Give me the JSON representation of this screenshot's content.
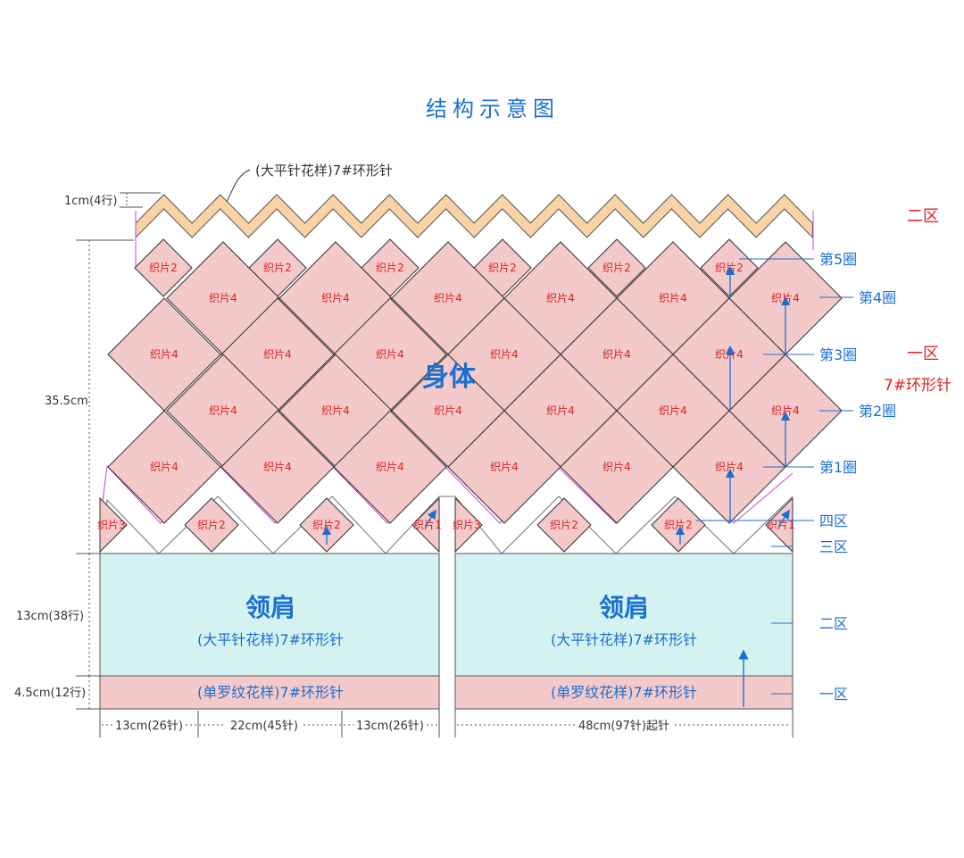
{
  "title": "结构示意图",
  "top_band_label": "(大平针花样)7#环形针",
  "dims": {
    "top_band": "1cm(4行)",
    "body_height": "35.5cm",
    "yoke_height": "13cm(38行)",
    "rib_height": "4.5cm(12行)",
    "bottom_left": "13cm(26针)",
    "bottom_mid": "22cm(45针)",
    "bottom_right": "13cm(26针)",
    "bottom_total": "48cm(97针)起针"
  },
  "piece_labels": {
    "p1": "织片1",
    "p2": "织片2",
    "p3": "织片3",
    "p4": "织片4"
  },
  "body_label": "身体",
  "yoke_panels": [
    {
      "title": "领肩",
      "pattern": "(大平针花样)7#环形针",
      "rib": "(单罗纹花样)7#环形针"
    },
    {
      "title": "领肩",
      "pattern": "(大平针花样)7#环形针",
      "rib": "(单罗纹花样)7#环形针"
    }
  ],
  "rounds": {
    "r1": "第1圈",
    "r2": "第2圈",
    "r3": "第3圈",
    "r4": "第4圈",
    "r5": "第5圈"
  },
  "zones_right": {
    "z4": "四区",
    "z3": "三区",
    "z2": "二区",
    "z1": "一区"
  },
  "side_red": {
    "zone2": "二区",
    "zone1": "一区",
    "needle": "7#环形针"
  },
  "colors": {
    "blue": "#1b6fd1",
    "red": "#e02020",
    "pink": "#f4c9c9",
    "mint": "#d4f2ef",
    "peach": "#f9d2a6",
    "magenta": "#d040d0"
  }
}
